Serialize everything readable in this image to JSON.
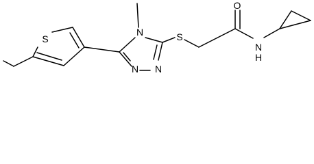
{
  "atoms": {
    "sulfur_thiophene": "S",
    "nitrogen_4": "N",
    "nitrogen_1": "N",
    "nitrogen_2": "N",
    "sulfur_thioether": "S",
    "oxygen_carbonyl": "O",
    "nitrogen_amide": "N",
    "hydrogen_amide": "H"
  }
}
